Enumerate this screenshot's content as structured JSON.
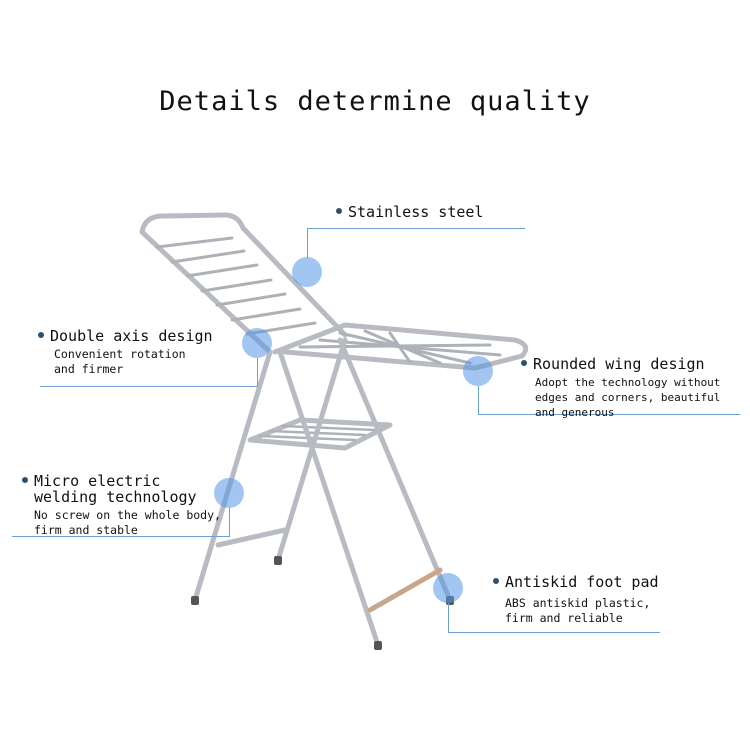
{
  "title": "Details determine quality",
  "features": {
    "stainless": {
      "title": "Stainless steel"
    },
    "double_axis": {
      "title": "Double axis design",
      "desc": [
        "Convenient rotation",
        "and firmer"
      ]
    },
    "rounded_wing": {
      "title": "Rounded wing design",
      "desc": [
        "Adopt the technology without",
        "edges and corners, beautiful",
        "and generous"
      ]
    },
    "micro_welding": {
      "title": [
        "Micro electric",
        "welding technology"
      ],
      "desc": [
        "No screw on the whole body,",
        "firm and stable"
      ]
    },
    "antiskid": {
      "title": "Antiskid foot pad",
      "desc": [
        "ABS antiskid plastic,",
        "firm and reliable"
      ]
    }
  },
  "colors": {
    "highlight": "#5696e6",
    "leader_line": "#6f9fcf",
    "steel": "#b8bcc2"
  }
}
